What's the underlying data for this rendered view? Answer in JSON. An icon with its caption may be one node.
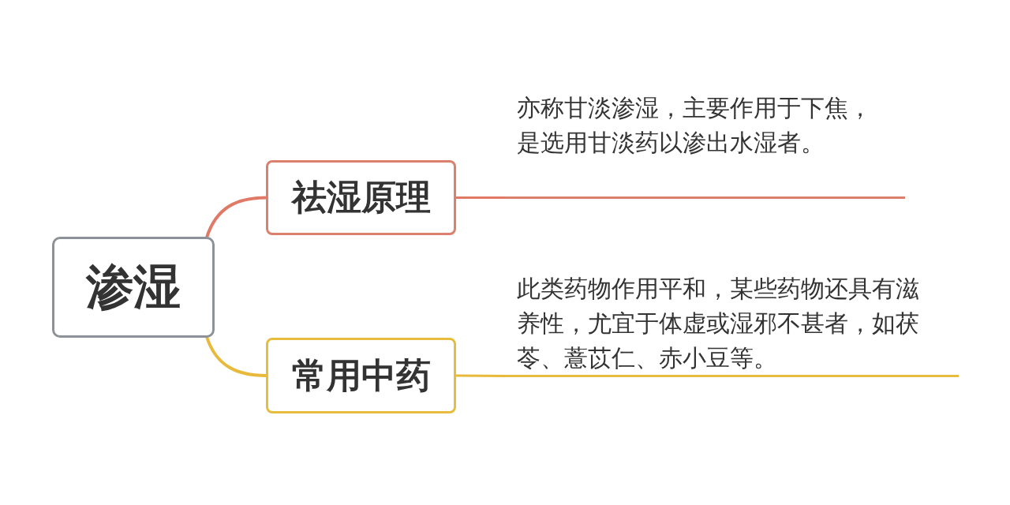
{
  "diagram": {
    "nodes": [
      {
        "text": [
          "渗湿"
        ]
      },
      {
        "text": [
          "祛湿原理"
        ]
      },
      {
        "text": [
          "亦称甘淡渗湿，主要作用于下焦，是选用甘淡药以渗出水湿者。"
        ]
      },
      {
        "text": [
          "常用中药"
        ]
      },
      {
        "text": [
          "此类药物作用平和，某些药物还具有滋养性，尤宜于体虚或湿邪不甚者，如茯苓、薏苡仁、赤小豆等。"
        ]
      }
    ],
    "edges": [
      {
        "from": 0,
        "to": 1,
        "arrow": "none",
        "color": "#e07a67"
      },
      {
        "from": 1,
        "to": 2,
        "arrow": "none",
        "color": "#e07a67"
      },
      {
        "from": 0,
        "to": 3,
        "arrow": "none",
        "color": "#e8b93a"
      },
      {
        "from": 3,
        "to": 4,
        "arrow": "none",
        "color": "#e8b93a"
      }
    ]
  }
}
